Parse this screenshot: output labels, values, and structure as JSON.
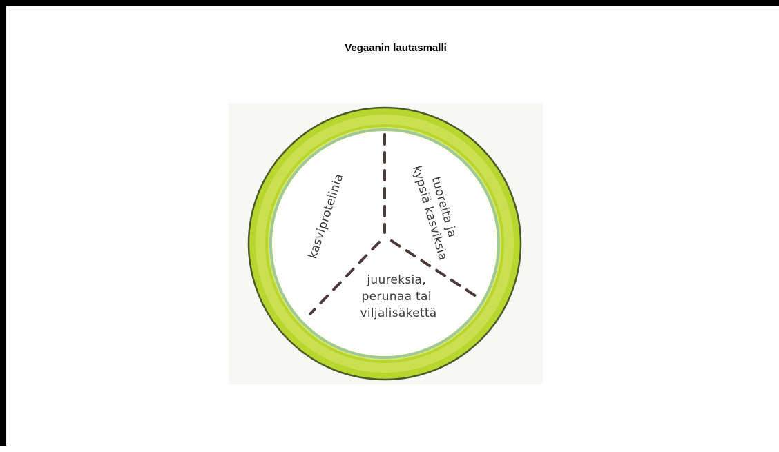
{
  "title": "Vegaanin lautasmalli",
  "colors": {
    "rim": "#b8d62e",
    "rim_edge": "#4a5a2a",
    "rim_inner": "#9cc7a0",
    "divider": "#4a3a3a",
    "background": "#ffffff"
  },
  "sectors": {
    "left": {
      "lines": [
        "kasviproteiinia"
      ]
    },
    "right": {
      "lines": [
        "tuoreita ja",
        "kypsiä kasviksia"
      ]
    },
    "bottom": {
      "lines": [
        "juureksia,",
        "perunaa tai",
        "viljalisäkettä"
      ]
    }
  }
}
